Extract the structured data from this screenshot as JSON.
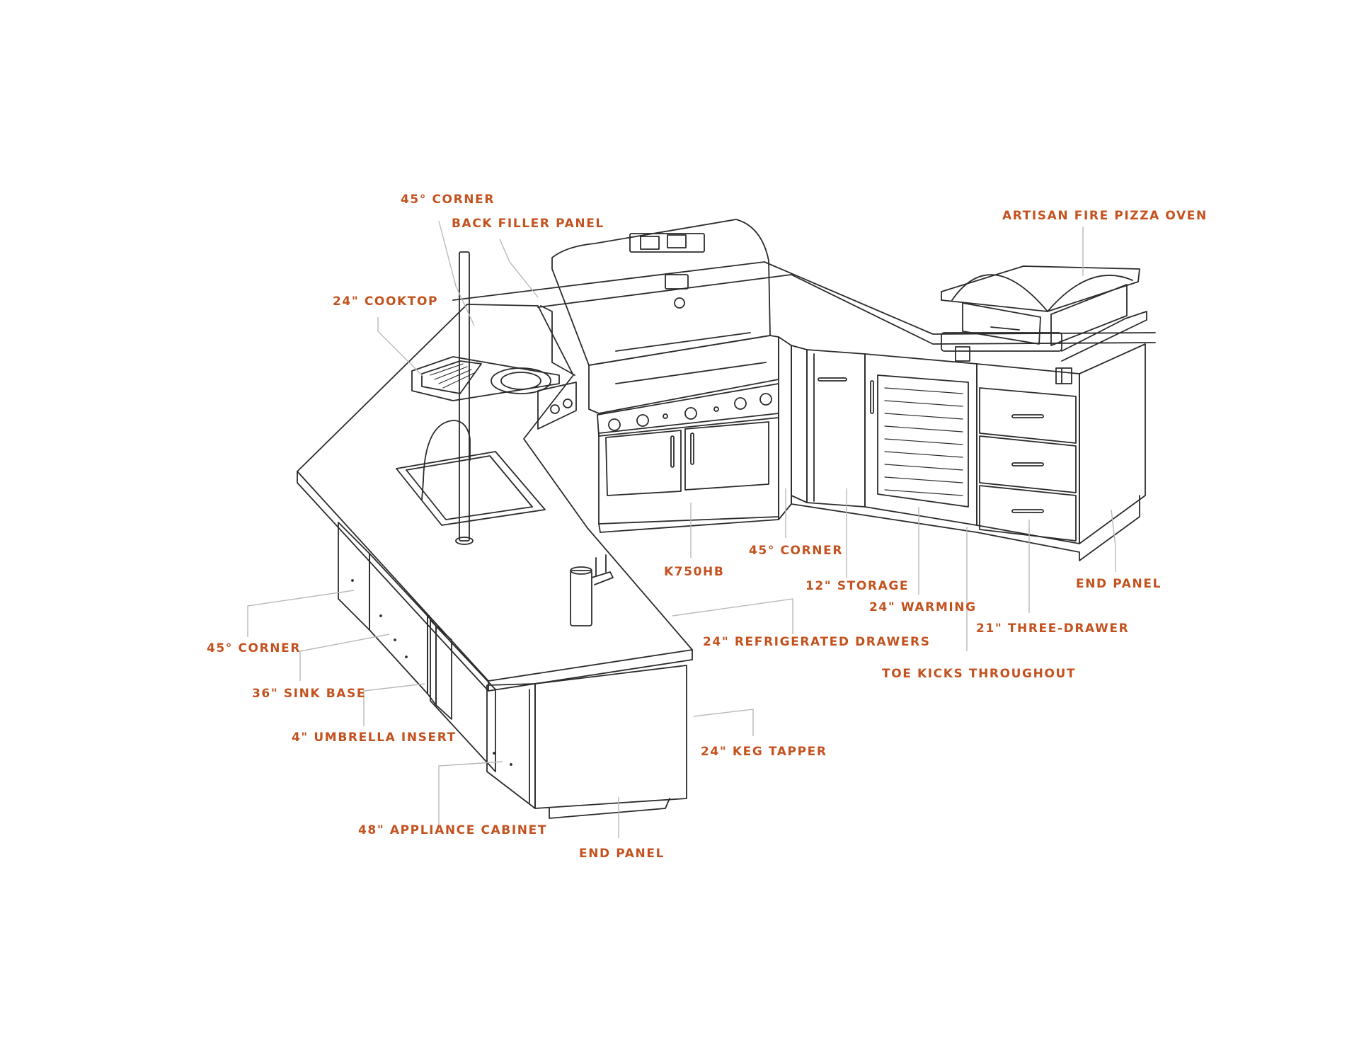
{
  "accent_color": "#c4521f",
  "line_color": "#2b2b2b",
  "leader_color": "#b9b9b9",
  "labels": {
    "corner_top": "45° CORNER",
    "back_filler_panel": "BACK FILLER PANEL",
    "cooktop": "24\" COOKTOP",
    "pizza_oven": "ARTISAN FIRE PIZZA OVEN",
    "grill_model": "K750HB",
    "corner_mid": "45° CORNER",
    "storage": "12\" STORAGE",
    "warming": "24\" WARMING",
    "three_drawer": "21\" THREE-DRAWER",
    "end_panel_right": "END PANEL",
    "toe_kicks": "TOE KICKS THROUGHOUT",
    "refrigerated_drawers": "24\" REFRIGERATED DRAWERS",
    "corner_left": "45° CORNER",
    "sink_base": "36\" SINK BASE",
    "umbrella_insert": "4\" UMBRELLA INSERT",
    "keg_tapper": "24\" KEG TAPPER",
    "appliance_cabinet": "48\" APPLIANCE CABINET",
    "end_panel_bottom": "END PANEL"
  }
}
